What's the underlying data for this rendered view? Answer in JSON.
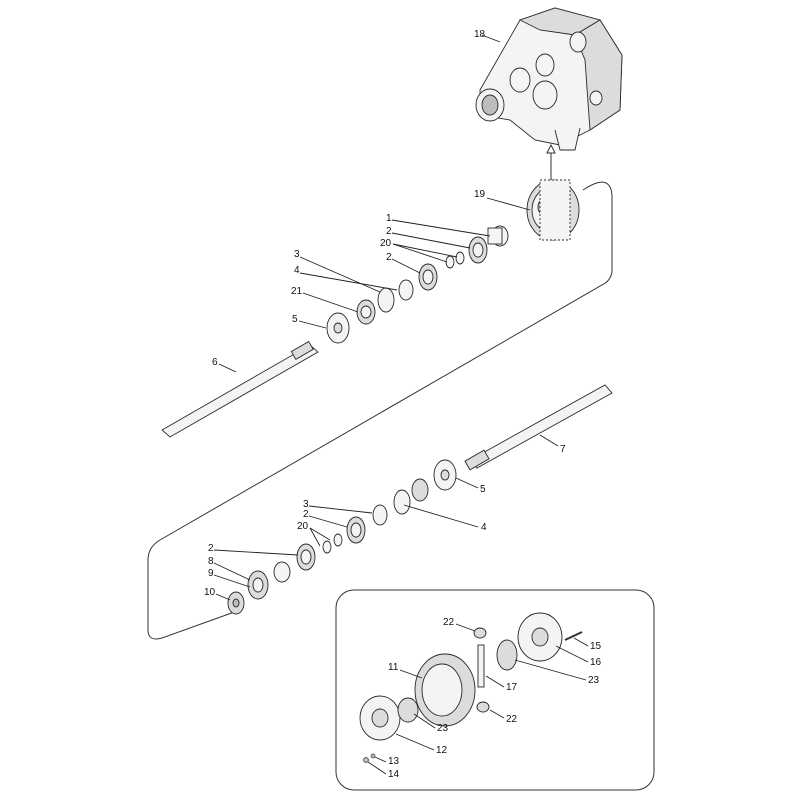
{
  "callouts": [
    {
      "id": "c18",
      "label": "18"
    },
    {
      "id": "c19",
      "label": "19"
    },
    {
      "id": "c1",
      "label": "1"
    },
    {
      "id": "c2a",
      "label": "2"
    },
    {
      "id": "c20a",
      "label": "20"
    },
    {
      "id": "c3a",
      "label": "3"
    },
    {
      "id": "c2b",
      "label": "2"
    },
    {
      "id": "c4a",
      "label": "4"
    },
    {
      "id": "c21",
      "label": "21"
    },
    {
      "id": "c5a",
      "label": "5"
    },
    {
      "id": "c6",
      "label": "6"
    },
    {
      "id": "c7",
      "label": "7"
    },
    {
      "id": "c5b",
      "label": "5"
    },
    {
      "id": "c3b",
      "label": "3"
    },
    {
      "id": "c2c",
      "label": "2"
    },
    {
      "id": "c20b",
      "label": "20"
    },
    {
      "id": "c4b",
      "label": "4"
    },
    {
      "id": "c2d",
      "label": "2"
    },
    {
      "id": "c8",
      "label": "8"
    },
    {
      "id": "c9",
      "label": "9"
    },
    {
      "id": "c10",
      "label": "10"
    },
    {
      "id": "c22a",
      "label": "22"
    },
    {
      "id": "c15",
      "label": "15"
    },
    {
      "id": "c16",
      "label": "16"
    },
    {
      "id": "c11",
      "label": "11"
    },
    {
      "id": "c17",
      "label": "17"
    },
    {
      "id": "c23a",
      "label": "23"
    },
    {
      "id": "c22b",
      "label": "22"
    },
    {
      "id": "c23b",
      "label": "23"
    },
    {
      "id": "c12",
      "label": "12"
    },
    {
      "id": "c13",
      "label": "13"
    },
    {
      "id": "c14",
      "label": "14"
    }
  ]
}
